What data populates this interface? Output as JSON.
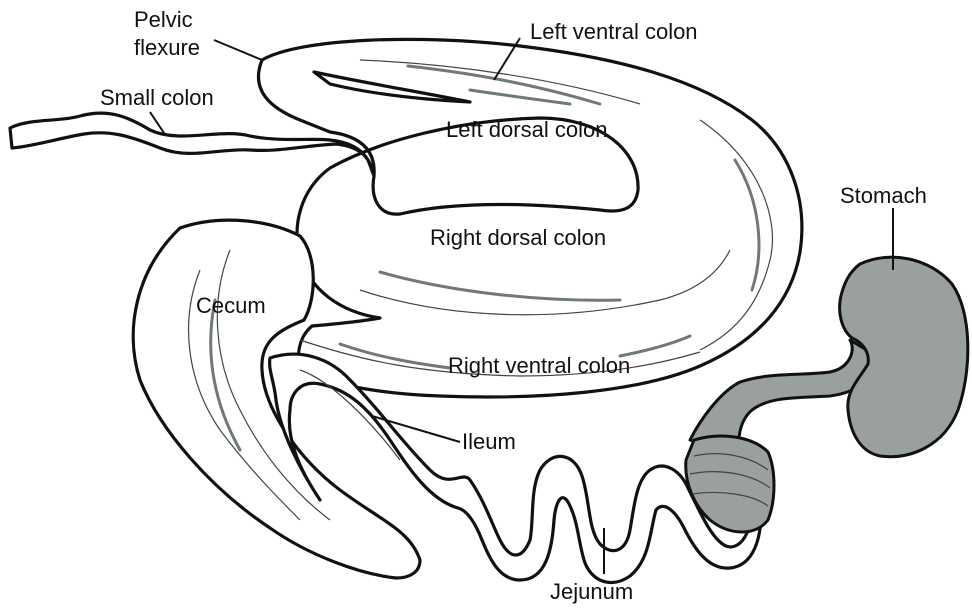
{
  "labels": {
    "pelvic_flexure": "Pelvic\nflexure",
    "left_ventral_colon": "Left ventral colon",
    "small_colon": "Small colon",
    "left_dorsal_colon": "Left dorsal colon",
    "right_dorsal_colon": "Right dorsal colon",
    "stomach": "Stomach",
    "cecum": "Cecum",
    "right_ventral_colon": "Right ventral colon",
    "ileum": "Ileum",
    "jejunum": "Jejunum"
  },
  "colors": {
    "outline": "#111111",
    "stomach_fill": "#9aa19c",
    "organ_fill": "#ffffff"
  }
}
